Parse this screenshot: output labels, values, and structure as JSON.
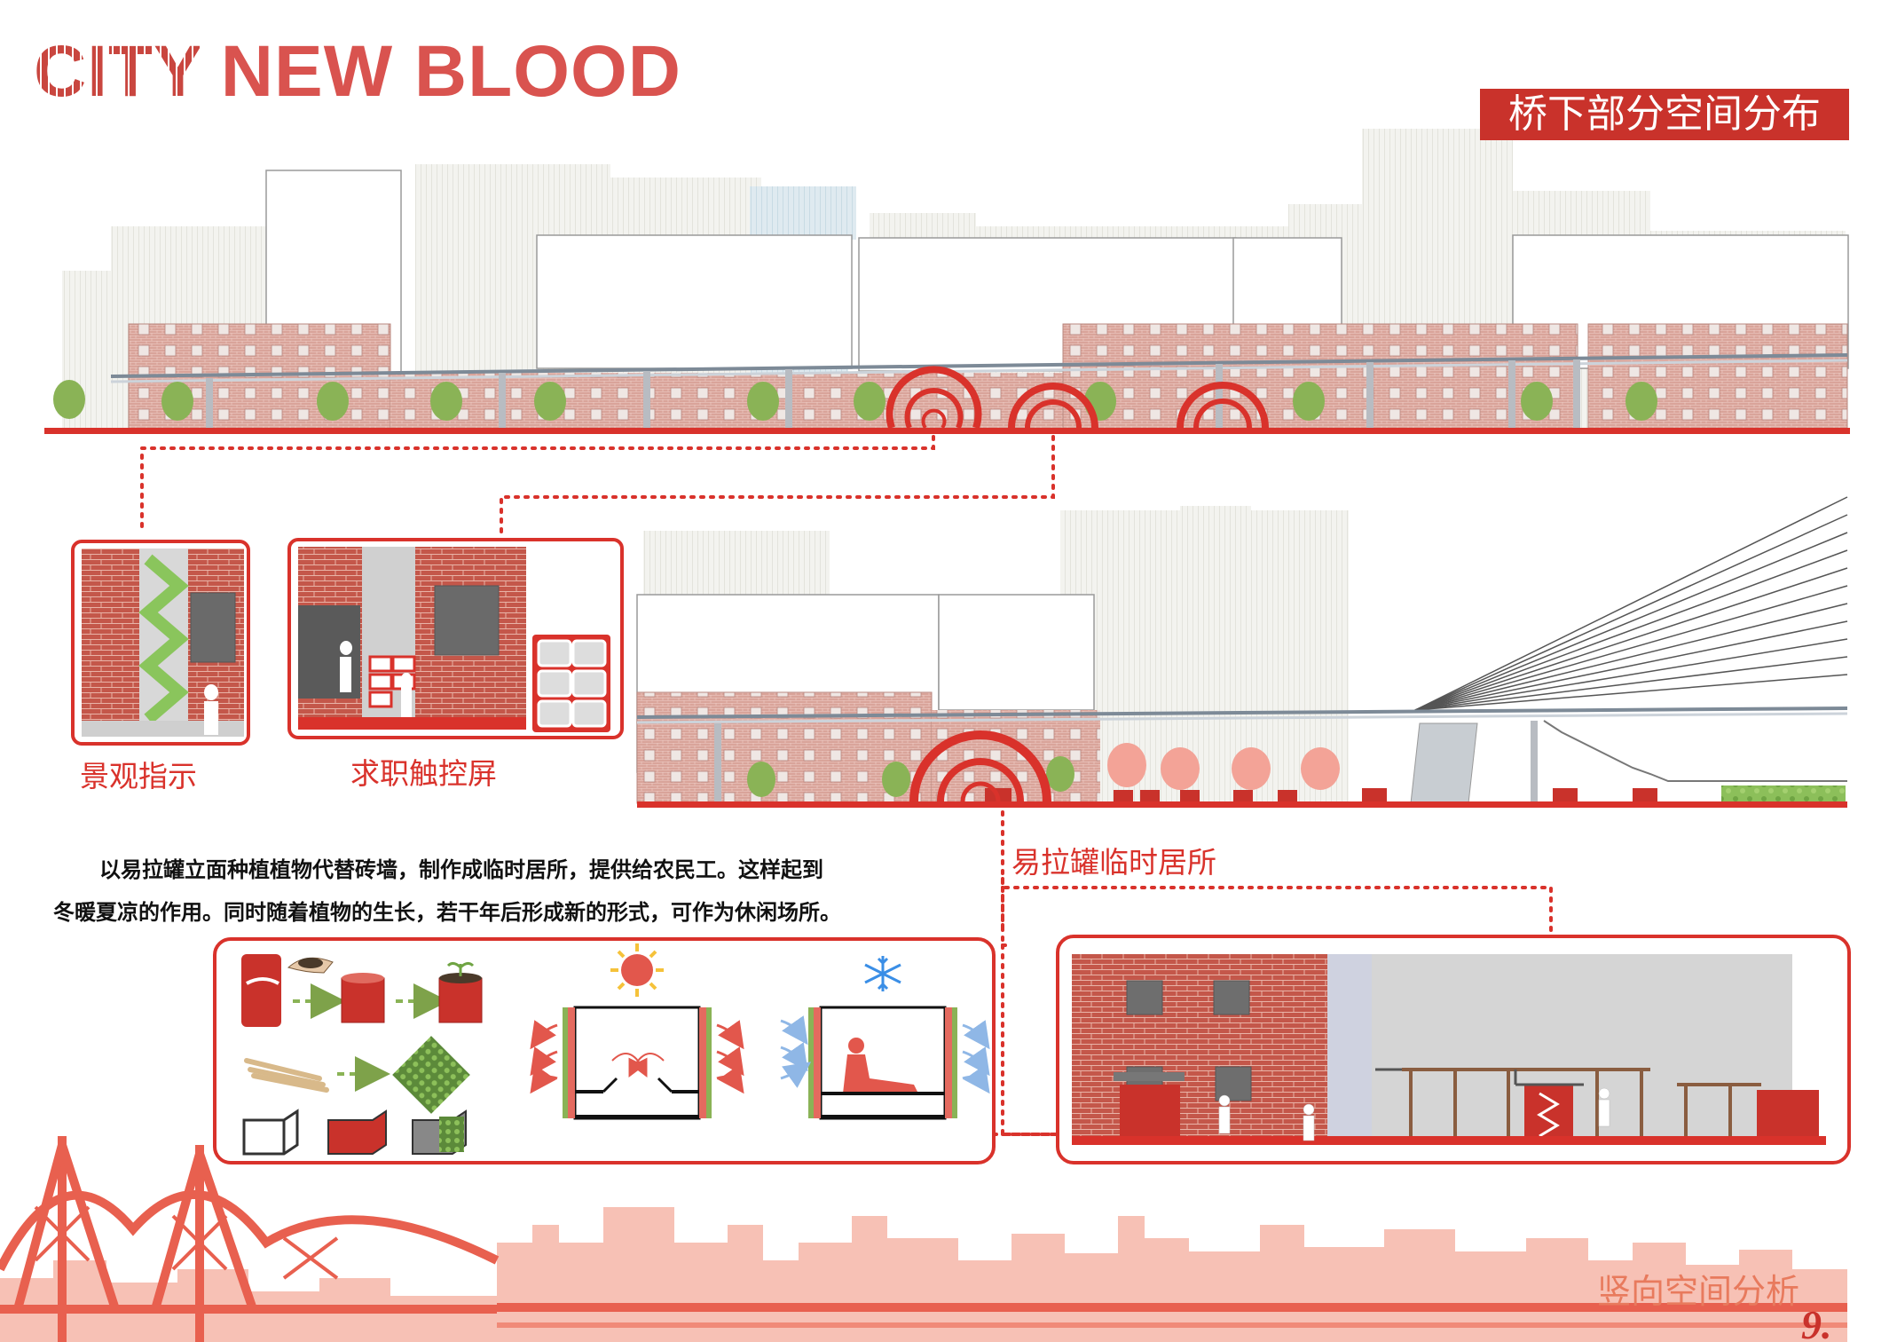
{
  "header": {
    "brand_word1": "CITY",
    "brand_word2": "NEW BLOOD",
    "section_title": "桥下部分空间分布"
  },
  "labels": {
    "landscape_sign": "景观指示",
    "job_touchscreen": "求职触控屏",
    "can_shelter": "易拉罐临时居所"
  },
  "description": {
    "line1": "以易拉罐立面种植植物代替砖墙，制作成临时居所，提供给农民工。这样起到",
    "line2": "冬暖夏凉的作用。同时随着植物的生长，若干年后形成新的形式，可作为休闲场所。"
  },
  "footer": {
    "title": "竖向空间分析",
    "page_number": "9."
  },
  "colors": {
    "accent": "#c9322b",
    "brick": "#c9574a",
    "ground": "#d9322b",
    "building_gray": "#e8e8e8",
    "tree_green": "#8ab356",
    "skyline_pink": "#f4a99a"
  },
  "icons": {
    "can": "cola-can-icon",
    "soil": "soil-hand-icon",
    "pot": "can-pot-icon",
    "sprout": "sprout-can-icon",
    "sticks": "bamboo-sticks-icon",
    "lattice": "green-can-lattice-icon",
    "sun": "sun-icon",
    "snow": "snowflake-icon"
  }
}
